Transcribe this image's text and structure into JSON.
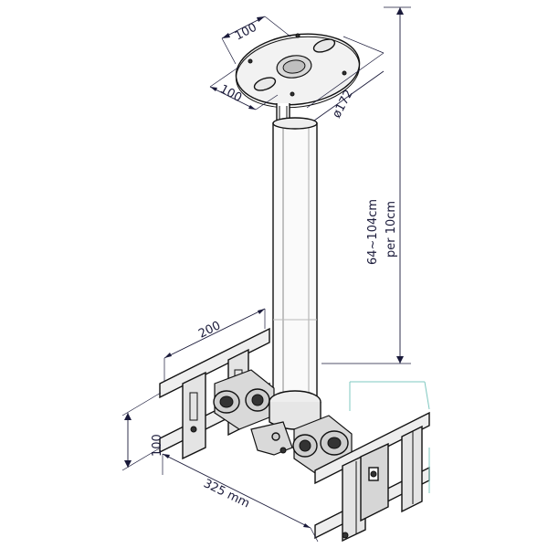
{
  "diagram": {
    "dimensions": {
      "plate_width_top": "100",
      "plate_width_side": "100",
      "plate_diameter": "ø172",
      "height_range": "64~104cm",
      "height_step": "per 10cm",
      "vesa_horizontal": "200",
      "vesa_vertical": "100",
      "total_width": "325 mm"
    },
    "colors": {
      "line": "#111111",
      "dimension": "#1a1a3a",
      "guide": "#7fc8c0",
      "shade": "#d9d9d9"
    }
  }
}
